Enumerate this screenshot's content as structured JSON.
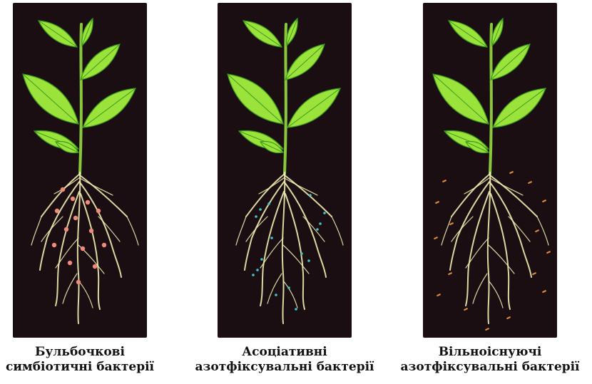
{
  "panels": [
    {
      "caption_line1": "Бульбочкові",
      "caption_line2": "симбіотичні бактерії",
      "marker_type": "nodule",
      "marker_color": "#f08a7a"
    },
    {
      "caption_line1": "Асоціативні",
      "caption_line2": "азотфіксувальні бактерії",
      "marker_type": "dot",
      "marker_color": "#3fc6c8"
    },
    {
      "caption_line1": "Вільноіснуючі",
      "caption_line2": "азотфіксувальні бактерії",
      "marker_type": "dash",
      "marker_color": "#e2893a"
    }
  ],
  "colors": {
    "background": "#1a0e13",
    "leaf_light": "#9be33b",
    "leaf_dark": "#3c9b1e",
    "stem": "#88c83a",
    "root": "#f2eeb0"
  }
}
